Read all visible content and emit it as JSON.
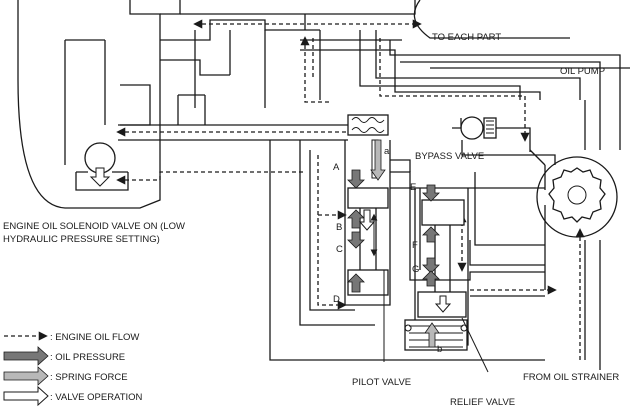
{
  "labels": {
    "to_each_part": "TO EACH PART",
    "oil_pump": "OIL PUMP",
    "bypass_valve": "BYPASS VALVE",
    "solenoid_line1": "ENGINE OIL SOLENOID VALVE ON (LOW",
    "solenoid_line2": "HYDRAULIC PRESSURE SETTING)",
    "pilot_valve": "PILOT VALVE",
    "relief_valve": "RELIEF VALVE",
    "from_oil_strainer": "FROM OIL STRAINER"
  },
  "points": {
    "a": "a",
    "b": "b",
    "A": "A",
    "B": "B",
    "C": "C",
    "D": "D",
    "E": "E",
    "F": "F",
    "G": "G"
  },
  "legend": {
    "engine_oil_flow": ": ENGINE OIL FLOW",
    "oil_pressure": ": OIL PRESSURE",
    "spring_force": ": SPRING FORCE",
    "valve_operation": ": VALVE OPERATION"
  },
  "colors": {
    "line": "#1a1a1a",
    "oil_pressure_arrow": "#777777",
    "spring_force_arrow": "#b8b8b8",
    "valve_operation_arrow": "#ffffff"
  }
}
